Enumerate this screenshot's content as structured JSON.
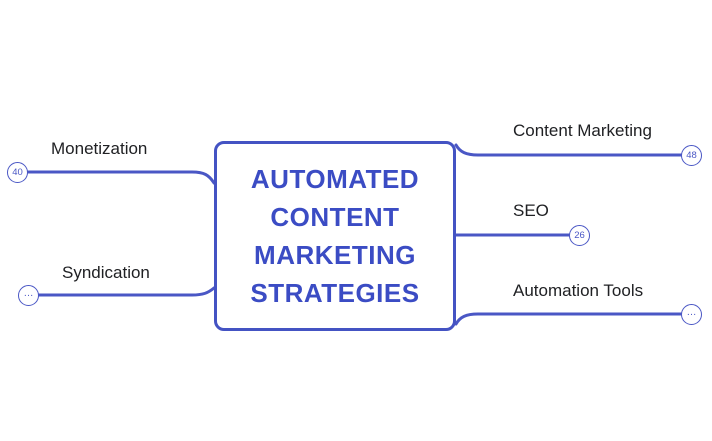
{
  "colors": {
    "accent": "#4a57c5",
    "root_border": "#4453c3",
    "root_text": "#3b4cc4",
    "label_text": "#202124",
    "background": "#ffffff"
  },
  "mindmap": {
    "root": {
      "label": "AUTOMATED CONTENT MARKETING STRATEGIES"
    },
    "branches": [
      {
        "id": "monetization",
        "label": "Monetization",
        "side": "left",
        "badge": "40"
      },
      {
        "id": "syndication",
        "label": "Syndication",
        "side": "left",
        "badge": "…"
      },
      {
        "id": "content-marketing",
        "label": "Content Marketing",
        "side": "right",
        "badge": "48"
      },
      {
        "id": "seo",
        "label": "SEO",
        "side": "right",
        "badge": "26"
      },
      {
        "id": "automation-tools",
        "label": "Automation Tools",
        "side": "right",
        "badge": "…"
      }
    ]
  }
}
